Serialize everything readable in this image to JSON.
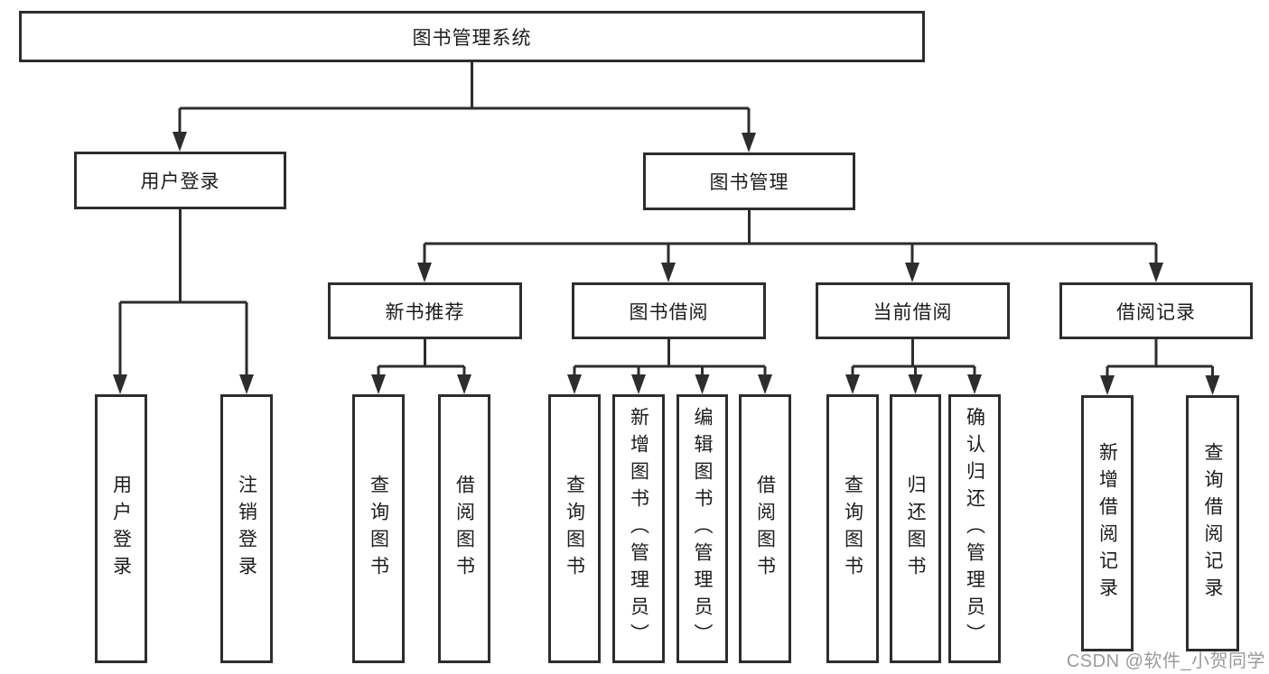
{
  "diagram": {
    "title": "图书管理系统",
    "watermark": "CSDN @软件_小贺同学",
    "colors": {
      "line": "#2d2d2d",
      "box_border": "#2d2d2d",
      "text": "#1c1c1c",
      "watermark": "#9a9a9a",
      "background": "#ffffff"
    },
    "nodes": {
      "root": {
        "label": "图书管理系统"
      },
      "user_login": {
        "label": "用户登录"
      },
      "book_mgmt": {
        "label": "图书管理"
      },
      "new_book_rec": {
        "label": "新书推荐"
      },
      "book_borrow": {
        "label": "图书借阅"
      },
      "current_borrow": {
        "label": "当前借阅"
      },
      "borrow_records": {
        "label": "借阅记录"
      },
      "leaf_user_login": {
        "label": "用户登录"
      },
      "leaf_logout": {
        "label": "注销登录"
      },
      "leaf_query_book_rec": {
        "label": "查询图书"
      },
      "leaf_borrow_book_rec": {
        "label": "借阅图书"
      },
      "leaf_query_book_borrow": {
        "label": "查询图书"
      },
      "leaf_add_book": {
        "label": "新增图书（管理员）"
      },
      "leaf_edit_book": {
        "label": "编辑图书（管理员）"
      },
      "leaf_borrow_book": {
        "label": "借阅图书"
      },
      "leaf_query_book_current": {
        "label": "查询图书"
      },
      "leaf_return_book": {
        "label": "归还图书"
      },
      "leaf_confirm_return": {
        "label": "确认归还（管理员）"
      },
      "leaf_add_record": {
        "label": "新增借阅记录"
      },
      "leaf_query_record": {
        "label": "查询借阅记录"
      }
    },
    "structure": [
      {
        "parent": "图书管理系统",
        "children": [
          "用户登录",
          "图书管理"
        ]
      },
      {
        "parent": "用户登录",
        "children": [
          "用户登录",
          "注销登录"
        ]
      },
      {
        "parent": "图书管理",
        "children": [
          "新书推荐",
          "图书借阅",
          "当前借阅",
          "借阅记录"
        ]
      },
      {
        "parent": "新书推荐",
        "children": [
          "查询图书",
          "借阅图书"
        ]
      },
      {
        "parent": "图书借阅",
        "children": [
          "查询图书",
          "新增图书（管理员）",
          "编辑图书（管理员）",
          "借阅图书"
        ]
      },
      {
        "parent": "当前借阅",
        "children": [
          "查询图书",
          "归还图书",
          "确认归还（管理员）"
        ]
      },
      {
        "parent": "借阅记录",
        "children": [
          "新增借阅记录",
          "查询借阅记录"
        ]
      }
    ]
  }
}
